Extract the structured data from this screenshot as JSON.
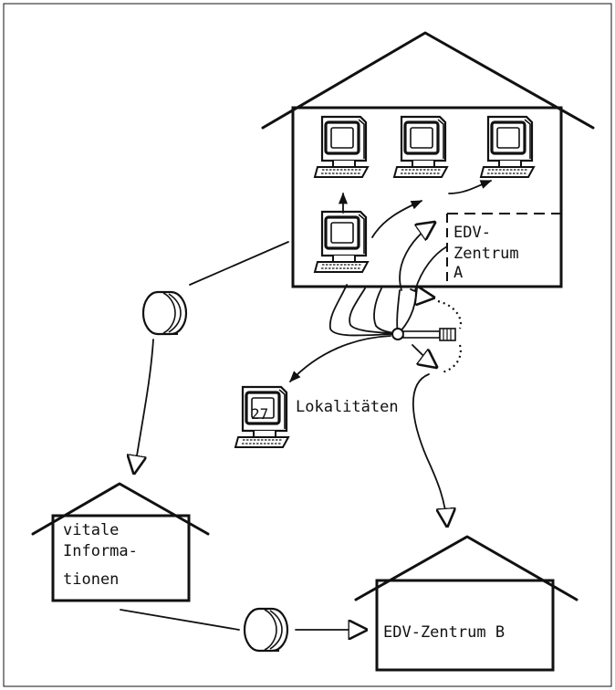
{
  "labels": {
    "center_a_line1": "EDV-",
    "center_a_line2": "Zentrum",
    "center_a_line3": "A",
    "locations_number": "27",
    "locations": "Lokalitäten",
    "vital_line1": "vitale",
    "vital_line2": "Informa-",
    "vital_line3": "tionen",
    "center_b": "EDV-Zentrum B"
  },
  "icons": [
    "computer-terminal-icon",
    "tape-reel-icon",
    "switch-icon",
    "arrow-icon"
  ],
  "colors": {
    "ink": "#111111",
    "background": "#ffffff"
  }
}
